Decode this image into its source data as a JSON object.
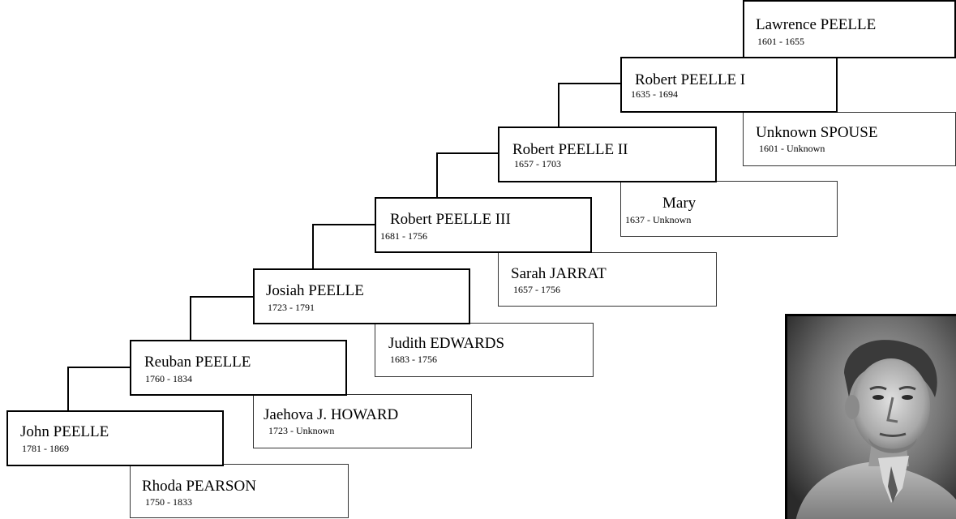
{
  "people": [
    {
      "id": "john",
      "name": "John PEELLE",
      "dates": "1781 - 1869"
    },
    {
      "id": "rhoda",
      "name": "Rhoda PEARSON",
      "dates": "1750 - 1833"
    },
    {
      "id": "reuban",
      "name": "Reuban PEELLE",
      "dates": "1760 - 1834"
    },
    {
      "id": "jaehova",
      "name": "Jaehova J. HOWARD",
      "dates": "1723 - Unknown"
    },
    {
      "id": "josiah",
      "name": "Josiah PEELLE",
      "dates": "1723 - 1791"
    },
    {
      "id": "judith",
      "name": "Judith EDWARDS",
      "dates": "1683 - 1756"
    },
    {
      "id": "robert3",
      "name": "Robert PEELLE III",
      "dates": "1681 - 1756"
    },
    {
      "id": "sarah",
      "name": "Sarah JARRAT",
      "dates": "1657 - 1756"
    },
    {
      "id": "robert2",
      "name": "Robert PEELLE II",
      "dates": "1657 - 1703"
    },
    {
      "id": "mary",
      "name": "Mary",
      "dates": "1637 - Unknown"
    },
    {
      "id": "robert1",
      "name": "Robert PEELLE I",
      "dates": "1635 - 1694"
    },
    {
      "id": "unknown",
      "name": "Unknown SPOUSE",
      "dates": "1601 - Unknown"
    },
    {
      "id": "lawrence",
      "name": "Lawrence PEELLE",
      "dates": "1601 - 1655"
    }
  ],
  "relationships": [
    {
      "child": "john",
      "father": "reuban",
      "mother": "rhoda"
    },
    {
      "child": "reuban",
      "father": "josiah",
      "mother": "jaehova"
    },
    {
      "child": "josiah",
      "father": "robert3",
      "mother": "judith"
    },
    {
      "child": "robert3",
      "father": "robert2",
      "mother": "sarah"
    },
    {
      "child": "robert2",
      "father": "robert1",
      "mother": "mary"
    },
    {
      "child": "robert1",
      "father": "lawrence",
      "mother": "unknown"
    }
  ],
  "colors": {
    "line": "#000000",
    "box_border": "#000000",
    "background": "#ffffff"
  },
  "portrait": {
    "icon": "portrait-photo",
    "tone": "black-and-white"
  }
}
